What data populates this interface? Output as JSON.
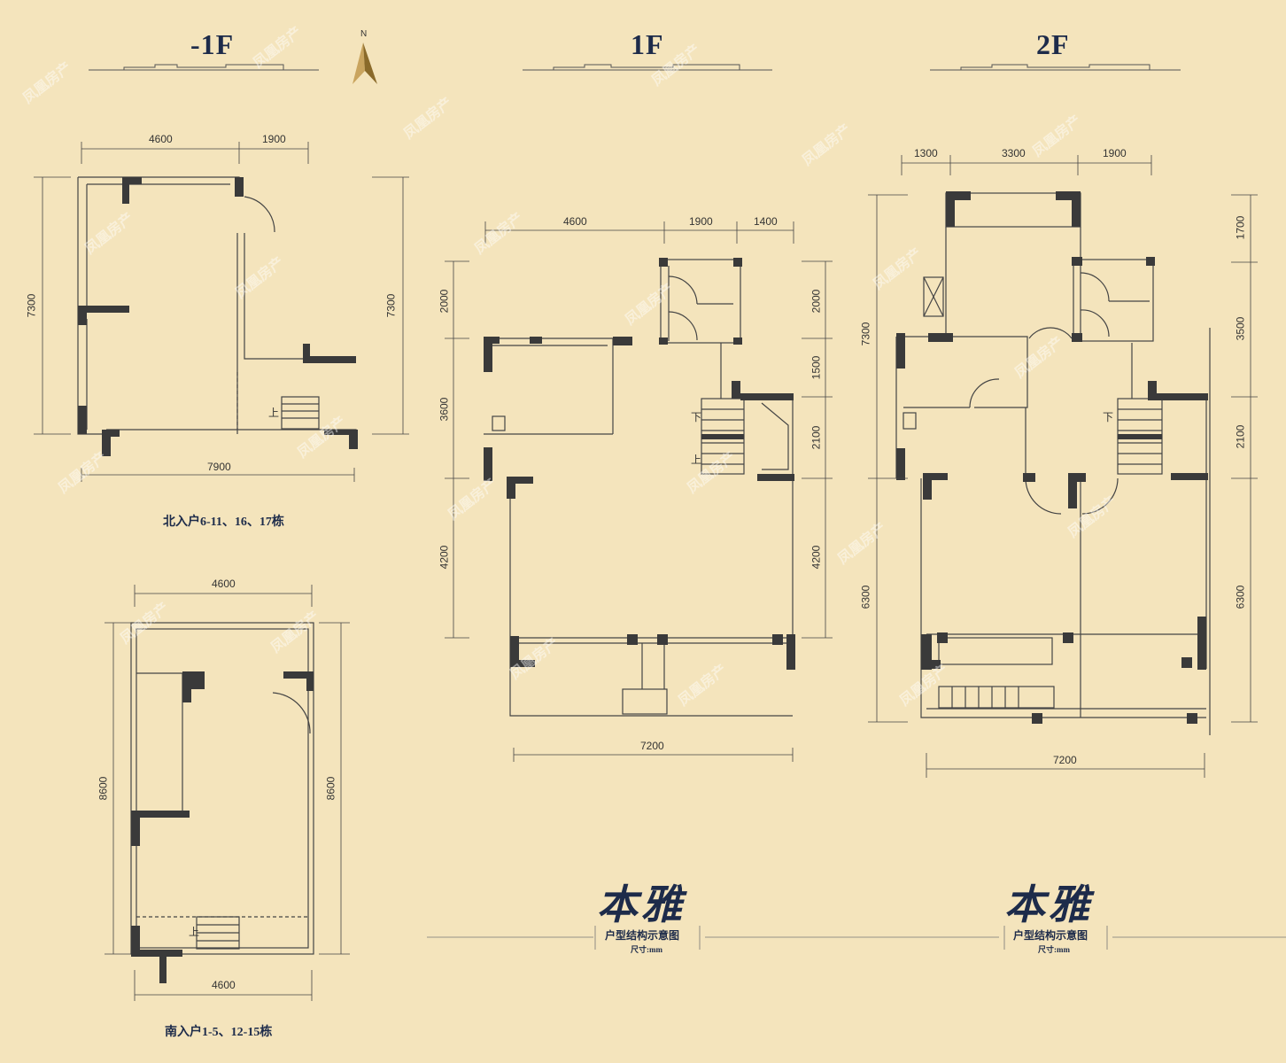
{
  "floors": {
    "basement_title": "-1F",
    "first_title": "1F",
    "second_title": "2F"
  },
  "compass": {
    "north_label": "N"
  },
  "captions": {
    "north_entry": "北入户6-11、16、17栋",
    "south_entry": "南入户1-5、12-15栋"
  },
  "dims": {
    "b1_top": [
      "4600",
      "1900"
    ],
    "b1_left": "7300",
    "b1_right": "7300",
    "b1_bottom": "7900",
    "s_top": "4600",
    "s_left": "8600",
    "s_right": "8600",
    "s_bottom": "4600",
    "f1_top": [
      "4600",
      "1900",
      "1400"
    ],
    "f1_left": [
      "2000",
      "3600",
      "4200"
    ],
    "f1_right": [
      "2000",
      "1500",
      "2100",
      "4200"
    ],
    "f1_bottom": "7200",
    "f2_top": [
      "1300",
      "3300",
      "1900"
    ],
    "f2_left": [
      "7300",
      "6300"
    ],
    "f2_right": [
      "1700",
      "3500",
      "2100",
      "6300"
    ],
    "f2_bottom": "7200"
  },
  "stair_labels": {
    "up": "上",
    "down": "下"
  },
  "branding": {
    "name": "本雅",
    "subtitle": "户型结构示意图",
    "unit": "尺寸:mm"
  },
  "watermark": "凤凰房产",
  "colors": {
    "background": "#f4e4bc",
    "accent": "#1d2b4a",
    "wall": "#3a3a3a"
  }
}
